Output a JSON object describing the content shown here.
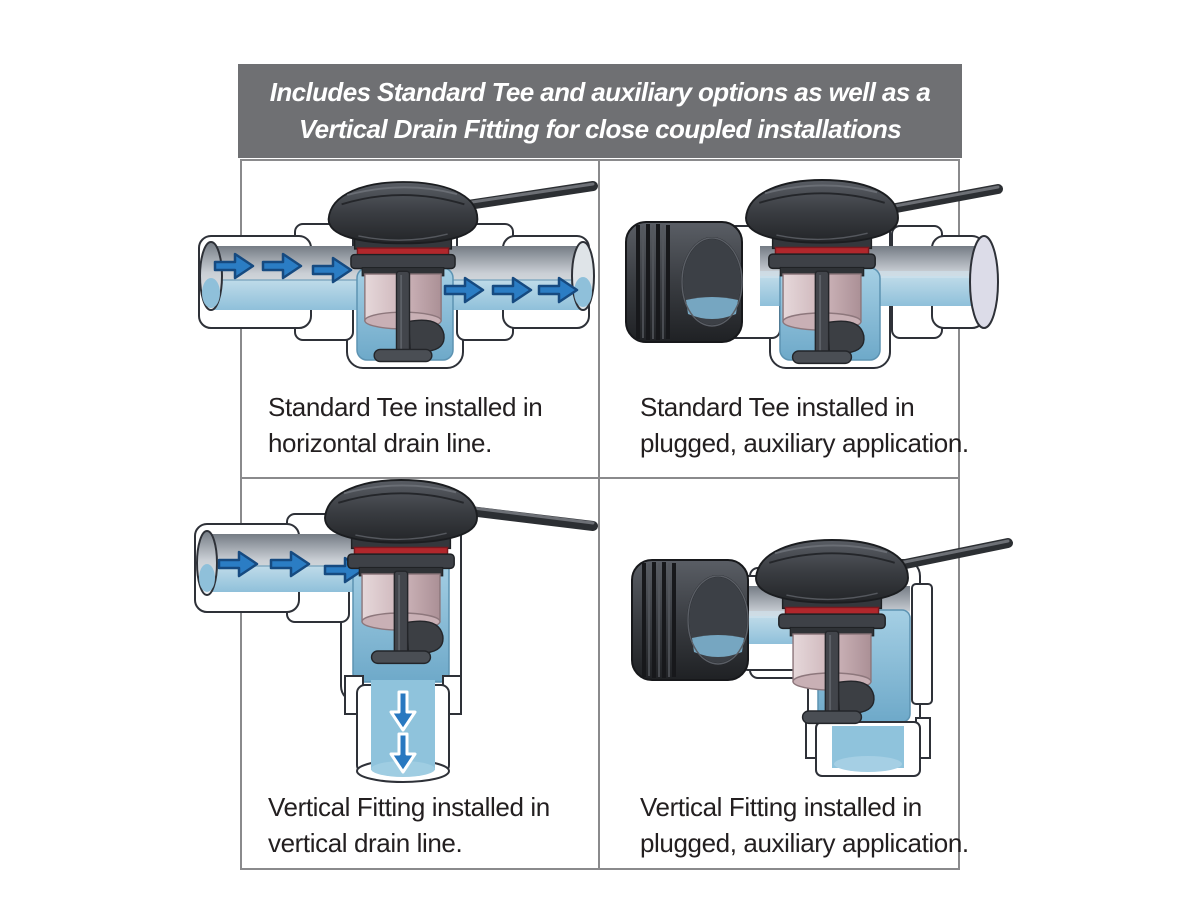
{
  "banner": {
    "line1": "Includes Standard Tee and auxiliary options as well as a",
    "line2": "Vertical Drain Fitting for close coupled installations"
  },
  "cells": [
    {
      "id": "standard-tee-horizontal",
      "caption": [
        "Standard Tee installed in",
        "horizontal drain line."
      ]
    },
    {
      "id": "standard-tee-plugged",
      "caption": [
        "Standard Tee installed in",
        "plugged, auxiliary application."
      ]
    },
    {
      "id": "vertical-fitting-drain",
      "caption": [
        "Vertical Fitting installed in",
        "vertical drain line."
      ]
    },
    {
      "id": "vertical-fitting-plugged",
      "caption": [
        "Vertical Fitting installed in",
        "plugged, auxiliary application."
      ]
    }
  ],
  "colors": {
    "banner_bg": "#6F7073",
    "banner_text": "#FFFFFF",
    "grid_border": "#8A8A8C",
    "caption_text": "#231F20",
    "flow_arrow_blue": "#2B7DC4",
    "flow_arrow_outline": "#164A80",
    "water_light": "#A9CFE2",
    "water_deep": "#7FB6D4",
    "pipe_outline": "#2E3138",
    "sensor_cap_gray": "#3A3D42",
    "o_ring_red": "#B1272C",
    "float_pink": "#D5C0C4"
  }
}
